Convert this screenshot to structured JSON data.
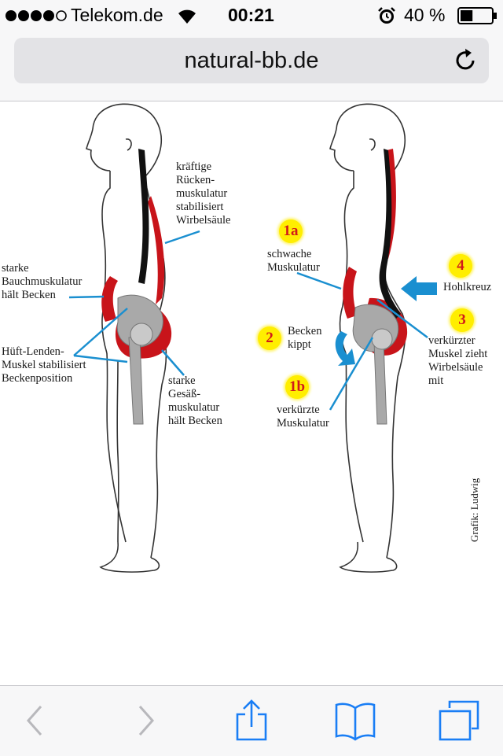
{
  "status_bar": {
    "carrier": "Telekom.de",
    "time": "00:21",
    "battery_percent": "40 %",
    "battery_level": 0.4,
    "signal_bars_filled": 4,
    "signal_bars_total": 5
  },
  "browser": {
    "url": "natural-bb.de"
  },
  "figure": {
    "left": {
      "label_back": "kräftige\nRücken-\nmuskulatur\nstabilisiert\nWirbelsäule",
      "label_abdominal": "starke\nBauchmuskulatur\nhält Becken",
      "label_hip": "Hüft-Lenden-\nMuskel stabilisiert\nBeckenposition",
      "label_glutes": "starke\nGesäß-\nmuskulatur\nhält Becken"
    },
    "right": {
      "badge_1a": "1a",
      "label_weak": "schwache\nMuskulatur",
      "badge_4": "4",
      "label_hollow": "Hohlkreuz",
      "badge_2": "2",
      "label_tilt": "Becken\nkippt",
      "badge_3": "3",
      "label_short_muscle": "verkürzter\nMuskel zieht\nWirbelsäule\nmit",
      "badge_1b": "1b",
      "label_short_musc": "verkürzte\nMuskulatur"
    },
    "credit": "Grafik: Ludwig"
  },
  "colors": {
    "muscle_red": "#c8141a",
    "spine_black": "#111111",
    "pointer_blue": "#1a8fd0",
    "bone_grey": "#a9a9a9",
    "badge_yellow": "#ffee00"
  }
}
